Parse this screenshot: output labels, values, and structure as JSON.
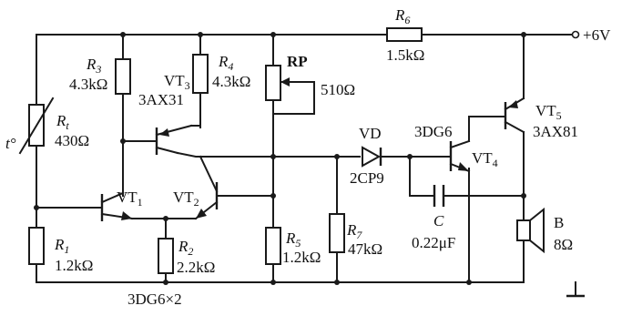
{
  "supply": "+6V",
  "components": {
    "Rt": {
      "name": "R",
      "sub": "t",
      "value": "430Ω",
      "symbol": "t°"
    },
    "R1": {
      "name": "R",
      "sub": "1",
      "value": "1.2kΩ"
    },
    "R2": {
      "name": "R",
      "sub": "2",
      "value": "2.2kΩ"
    },
    "R3": {
      "name": "R",
      "sub": "3",
      "value": "4.3kΩ"
    },
    "R4": {
      "name": "R",
      "sub": "4",
      "value": "4.3kΩ"
    },
    "R5": {
      "name": "R",
      "sub": "5",
      "value": "1.2kΩ"
    },
    "R6": {
      "name": "R",
      "sub": "6",
      "value": "1.5kΩ"
    },
    "R7": {
      "name": "R",
      "sub": "7",
      "value": "47kΩ"
    },
    "RP": {
      "name": "RP",
      "value": "510Ω"
    },
    "VT1": {
      "name": "VT",
      "sub": "1"
    },
    "VT2": {
      "name": "VT",
      "sub": "2"
    },
    "VT3": {
      "name": "VT",
      "sub": "3",
      "type": "3AX31"
    },
    "VT4": {
      "name": "VT",
      "sub": "4",
      "type": "3DG6"
    },
    "VT5": {
      "name": "VT",
      "sub": "5",
      "type": "3AX81"
    },
    "VD": {
      "name": "VD",
      "type": "2CP9"
    },
    "C": {
      "name": "C",
      "value": "0.22μF"
    },
    "B": {
      "name": "B",
      "value": "8Ω"
    }
  },
  "pair_type": "3DG6×2"
}
